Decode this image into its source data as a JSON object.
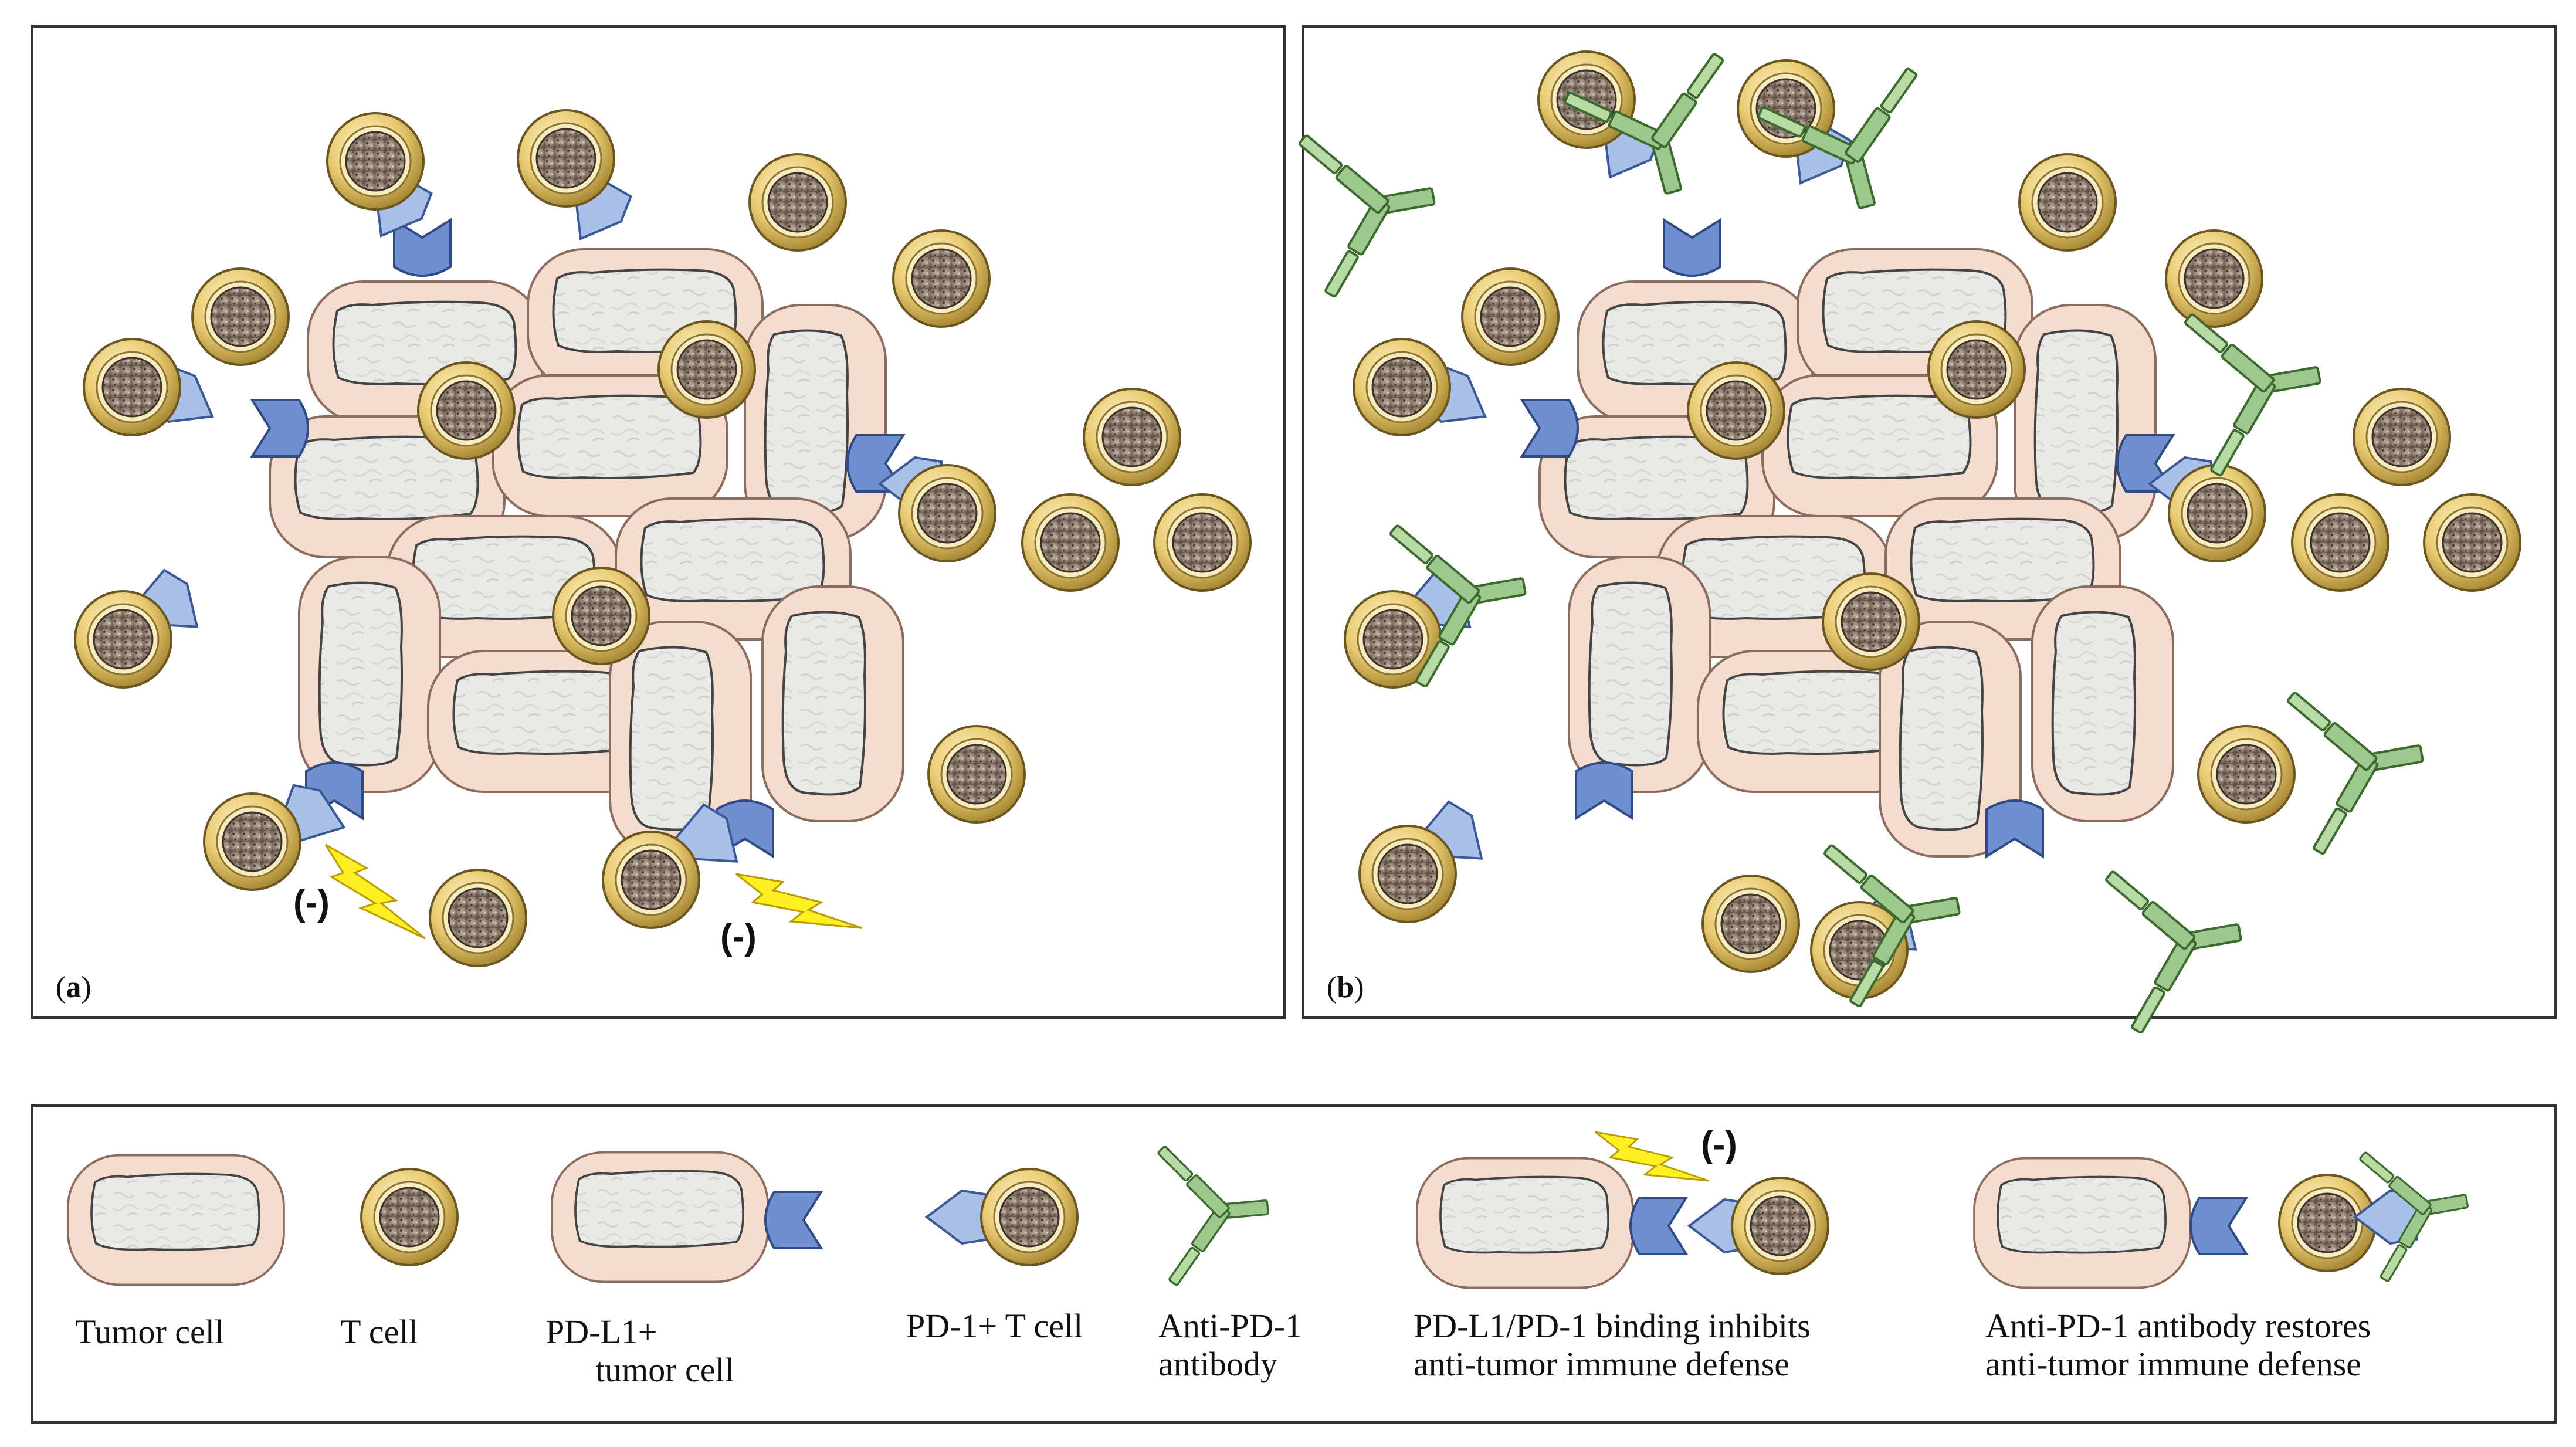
{
  "panels": {
    "a": {
      "label_open": "(",
      "label_letter": "a",
      "label_close": ")"
    },
    "b": {
      "label_open": "(",
      "label_letter": "b",
      "label_close": ")"
    }
  },
  "inhibition_mark": "(-)",
  "legend": {
    "tumor_cell": [
      "Tumor cell"
    ],
    "t_cell": [
      "T cell"
    ],
    "pdl1_tumor_cell": [
      "PD-L1+",
      "tumor cell"
    ],
    "pd1_t_cell": [
      "PD-1+ T cell"
    ],
    "anti_pd1_antibody": [
      "Anti-PD-1",
      "antibody"
    ],
    "binding_inhibits": [
      "PD-L1/PD-1 binding  inhibits",
      "anti-tumor immune defense"
    ],
    "antibody_restores": [
      "Anti-PD-1 antibody restores",
      "anti-tumor immune defense"
    ]
  },
  "colors": {
    "tumor_outer": "#f6dccf",
    "tumor_inner": "#e8e8e6",
    "t_cell_ring": "#e6c86e",
    "t_cell_core": "#9a8a7c",
    "pd_l1": "#6f8fce",
    "pd_1": "#a9c1e8",
    "antibody": "#9fc98c",
    "lightning": "#ffee22"
  }
}
